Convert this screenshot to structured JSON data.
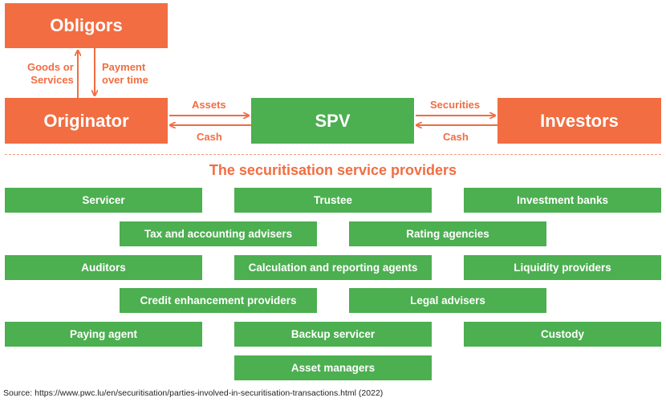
{
  "diagram": {
    "obligors": "Obligors",
    "originator": "Originator",
    "spv": "SPV",
    "investors": "Investors",
    "goods_or_services": [
      "Goods or",
      "Services"
    ],
    "payment_over_time": [
      "Payment",
      "over time"
    ],
    "assets": "Assets",
    "cash_left": "Cash",
    "securities": "Securities",
    "cash_right": "Cash"
  },
  "providers": {
    "title": "The securitisation service providers",
    "items": [
      "Servicer",
      "Trustee",
      "Investment banks",
      "Tax and accounting advisers",
      "Rating agencies",
      "Auditors",
      "Calculation and reporting agents",
      "Liquidity providers",
      "Credit enhancement providers",
      "Legal advisers",
      "Paying agent",
      "Backup servicer",
      "Custody",
      "Asset managers"
    ]
  },
  "source": "Source: https://www.pwc.lu/en/securitisation/parties-involved-in-securitisation-transactions.html (2022)",
  "colors": {
    "orange": "#F26D41",
    "green": "#4CAF50"
  }
}
